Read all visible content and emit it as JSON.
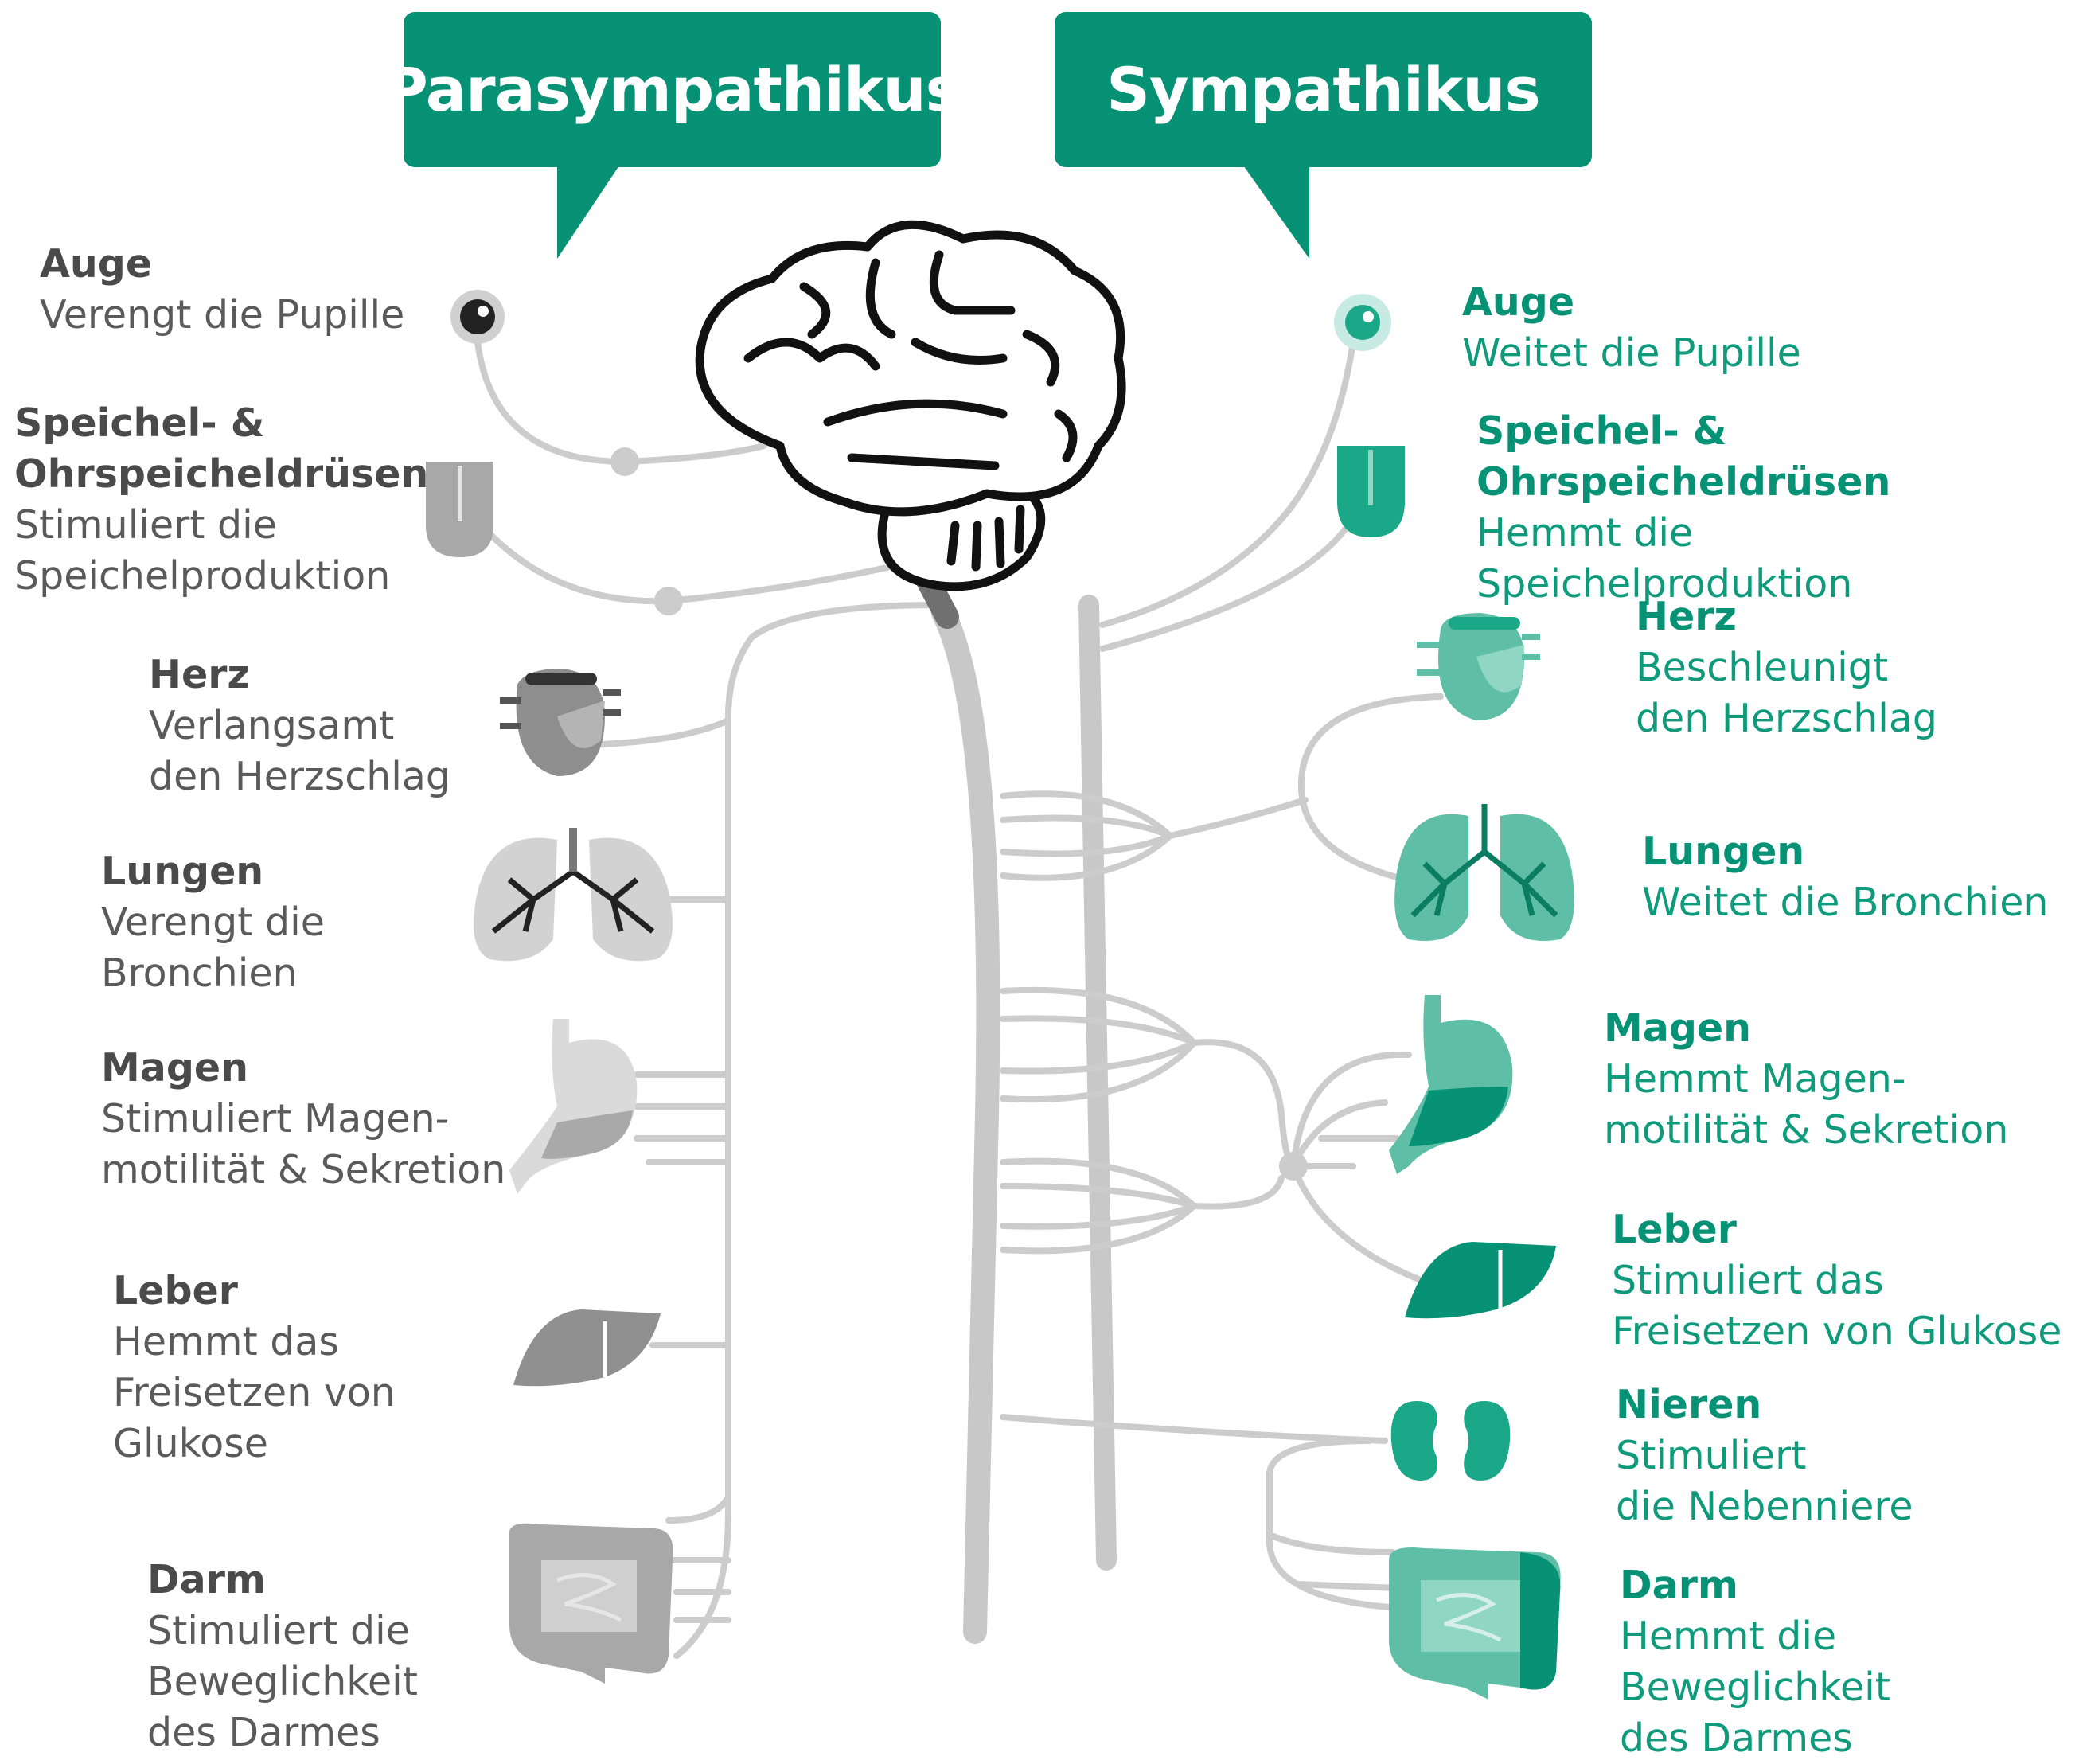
{
  "headers": {
    "parasympathetic": "Parasympathikus",
    "sympathetic": "Sympathikus"
  },
  "colors": {
    "accent_green": "#079276",
    "light_green": "#5fbfa6",
    "mid_green": "#1aa888",
    "nerve_gray": "#cccccc",
    "organ_gray": "#8f8f8f",
    "organ_light_gray": "#c9c9c9",
    "text_gray": "#5a5a5a"
  },
  "parasympathetic": [
    {
      "title": "Auge",
      "desc": "Verengt die Pupille",
      "icon": "eye-icon"
    },
    {
      "title": "Speichel- &\nOhrspeicheldrüsen",
      "desc": "Stimuliert die\nSpeichelproduktion",
      "icon": "tongue-icon"
    },
    {
      "title": "Herz",
      "desc": "Verlangsamt\nden Herzschlag",
      "icon": "heart-icon"
    },
    {
      "title": "Lungen",
      "desc": "Verengt die\nBronchien",
      "icon": "lungs-icon"
    },
    {
      "title": "Magen",
      "desc": "Stimuliert Magen-\nmotilität & Sekretion",
      "icon": "stomach-icon"
    },
    {
      "title": "Leber",
      "desc": "Hemmt das\nFreisetzen von\nGlukose",
      "icon": "liver-icon"
    },
    {
      "title": "Darm",
      "desc": "Stimuliert die\nBeweglichkeit\ndes Darmes",
      "icon": "intestine-icon"
    }
  ],
  "sympathetic": [
    {
      "title": "Auge",
      "desc": "Weitet die Pupille",
      "icon": "eye-icon"
    },
    {
      "title": "Speichel- &\nOhrspeicheldrüsen",
      "desc": "Hemmt die Speichelproduktion",
      "icon": "tongue-icon"
    },
    {
      "title": "Herz",
      "desc": "Beschleunigt\nden Herzschlag",
      "icon": "heart-icon"
    },
    {
      "title": "Lungen",
      "desc": "Weitet die Bronchien",
      "icon": "lungs-icon"
    },
    {
      "title": "Magen",
      "desc": "Hemmt Magen-\nmotilität & Sekretion",
      "icon": "stomach-icon"
    },
    {
      "title": "Leber",
      "desc": "Stimuliert das\nFreisetzen von Glukose",
      "icon": "liver-icon"
    },
    {
      "title": "Nieren",
      "desc": "Stimuliert\ndie Nebenniere",
      "icon": "kidneys-icon"
    },
    {
      "title": "Darm",
      "desc": "Hemmt die\nBeweglichkeit\ndes Darmes",
      "icon": "intestine-icon"
    }
  ]
}
